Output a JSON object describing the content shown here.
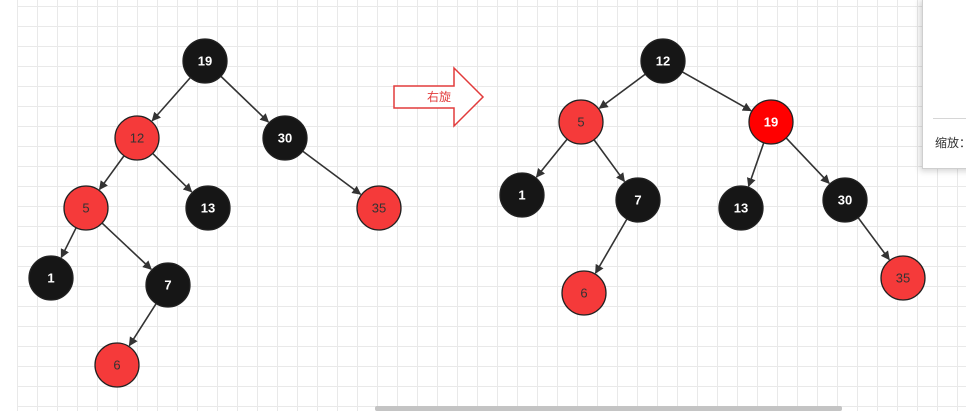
{
  "colors": {
    "black_node": "#161616",
    "red_node": "#f53a3a",
    "highlight_red_node": "#ff0000",
    "node_stroke": "#222222",
    "edge": "#333333",
    "arrow_outline": "#e23b3b",
    "black_label": "#ffffff",
    "red_label": "#333333",
    "highlight_label": "#ffffff"
  },
  "arrow": {
    "label": "右旋",
    "icon": "right-arrow-icon"
  },
  "side_panel": {
    "zoom_label": "缩放："
  },
  "before_tree": {
    "nodes": [
      {
        "id": "n19",
        "label": "19",
        "color": "black"
      },
      {
        "id": "n12",
        "label": "12",
        "color": "red"
      },
      {
        "id": "n30",
        "label": "30",
        "color": "black"
      },
      {
        "id": "n5",
        "label": "5",
        "color": "red"
      },
      {
        "id": "n13",
        "label": "13",
        "color": "black"
      },
      {
        "id": "n35",
        "label": "35",
        "color": "red"
      },
      {
        "id": "n1",
        "label": "1",
        "color": "black"
      },
      {
        "id": "n7",
        "label": "7",
        "color": "black"
      },
      {
        "id": "n6",
        "label": "6",
        "color": "red"
      }
    ],
    "edges": [
      [
        "n19",
        "n12"
      ],
      [
        "n19",
        "n30"
      ],
      [
        "n12",
        "n5"
      ],
      [
        "n12",
        "n13"
      ],
      [
        "n30",
        "n35"
      ],
      [
        "n5",
        "n1"
      ],
      [
        "n5",
        "n7"
      ],
      [
        "n7",
        "n6"
      ]
    ]
  },
  "after_tree": {
    "nodes": [
      {
        "id": "m12",
        "label": "12",
        "color": "black"
      },
      {
        "id": "m5",
        "label": "5",
        "color": "red"
      },
      {
        "id": "m19",
        "label": "19",
        "color": "highlight"
      },
      {
        "id": "m1",
        "label": "1",
        "color": "black"
      },
      {
        "id": "m7",
        "label": "7",
        "color": "black"
      },
      {
        "id": "m13",
        "label": "13",
        "color": "black"
      },
      {
        "id": "m30",
        "label": "30",
        "color": "black"
      },
      {
        "id": "m6",
        "label": "6",
        "color": "red"
      },
      {
        "id": "m35",
        "label": "35",
        "color": "red"
      }
    ],
    "edges": [
      [
        "m12",
        "m5"
      ],
      [
        "m12",
        "m19"
      ],
      [
        "m5",
        "m1"
      ],
      [
        "m5",
        "m7"
      ],
      [
        "m19",
        "m13"
      ],
      [
        "m19",
        "m30"
      ],
      [
        "m7",
        "m6"
      ],
      [
        "m30",
        "m35"
      ]
    ]
  }
}
